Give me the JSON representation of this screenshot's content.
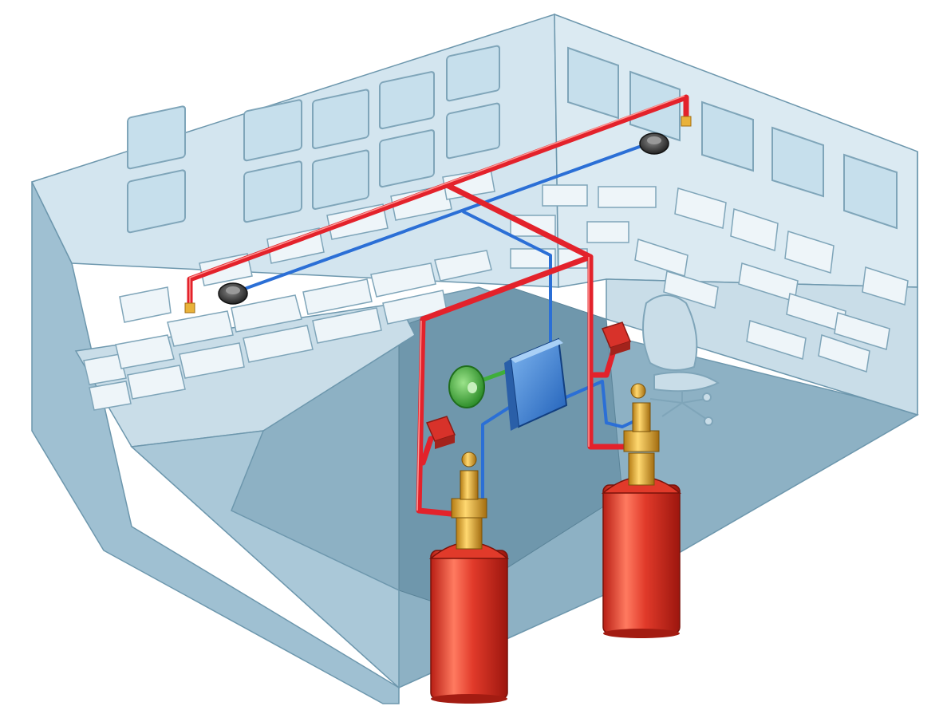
{
  "colors": {
    "wall": "#d3e5ef",
    "wall_dark": "#a8c6d6",
    "floor": "#7aa2b6",
    "edge": "#6d97ad",
    "panel": "#e8f2f7",
    "screen": "#c6dfec",
    "pipe_red": "#e3222b",
    "pipe_blue": "#2b6fd6",
    "cylinder": "#e13a2a",
    "valve": "#e9b23a",
    "control_box": "#3f86d6",
    "button_green": "#3fae3a",
    "detector": "#3b3b3b",
    "manual_station": "#d8322a"
  },
  "components": {
    "cylinders": 2,
    "nozzles": 2,
    "smoke_detectors": 2,
    "manual_call_points": 2,
    "control_panels": 1,
    "release_buttons": 1
  }
}
